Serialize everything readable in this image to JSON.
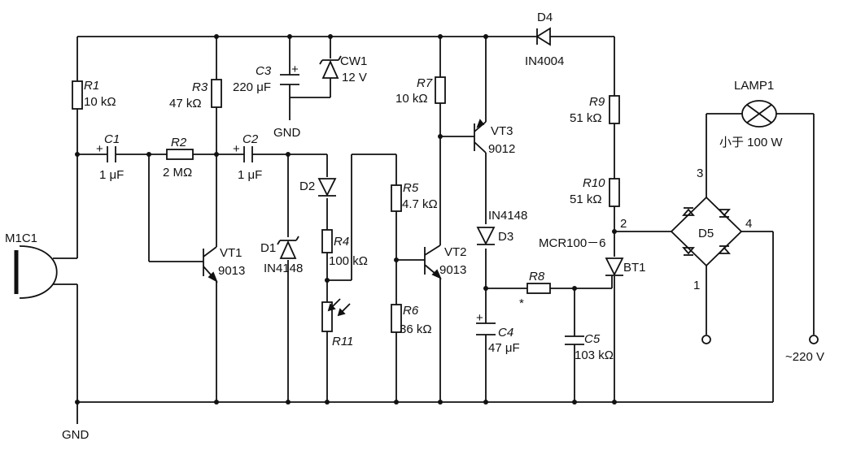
{
  "components": {
    "mic": {
      "name": "M1C1"
    },
    "r1": {
      "name": "R1",
      "value": "10 kΩ"
    },
    "r2": {
      "name": "R2",
      "value": "2 MΩ"
    },
    "r3": {
      "name": "R3",
      "value": "47 kΩ"
    },
    "r4": {
      "name": "R4",
      "value": "100 kΩ"
    },
    "r5": {
      "name": "R5",
      "value": "4.7 kΩ"
    },
    "r6": {
      "name": "R6",
      "value": "36 kΩ"
    },
    "r7": {
      "name": "R7",
      "value": "10 kΩ"
    },
    "r8": {
      "name": "R8",
      "mark": "*"
    },
    "r9": {
      "name": "R9",
      "value": "51 kΩ"
    },
    "r10": {
      "name": "R10",
      "value": "51 kΩ"
    },
    "r11": {
      "name": "R11"
    },
    "c1": {
      "name": "C1",
      "value": "1 μF"
    },
    "c2": {
      "name": "C2",
      "value": "1 μF"
    },
    "c3": {
      "name": "C3",
      "value": "220 μF"
    },
    "c4": {
      "name": "C4",
      "value": "47 μF"
    },
    "c5": {
      "name": "C5",
      "value": "103 kΩ"
    },
    "cw1": {
      "name": "CW1",
      "value": "12 V"
    },
    "d1": {
      "name": "D1",
      "value": "IN4148"
    },
    "d2": {
      "name": "D2"
    },
    "d3": {
      "name": "D3",
      "value": "IN4148"
    },
    "d4": {
      "name": "D4",
      "value": "IN4004"
    },
    "d5": {
      "name": "D5",
      "pins": [
        "1",
        "2",
        "3",
        "4"
      ]
    },
    "vt1": {
      "name": "VT1",
      "value": "9013"
    },
    "vt2": {
      "name": "VT2",
      "value": "9013"
    },
    "vt3": {
      "name": "VT3",
      "value": "9012"
    },
    "bt1": {
      "name": "BT1",
      "value": "MCR100－6"
    },
    "lamp": {
      "name": "LAMP1",
      "value": "小于 100 W"
    }
  },
  "symbols": {
    "plus": "+"
  },
  "nets": {
    "gnd": "GND",
    "supply": "~220 V"
  }
}
